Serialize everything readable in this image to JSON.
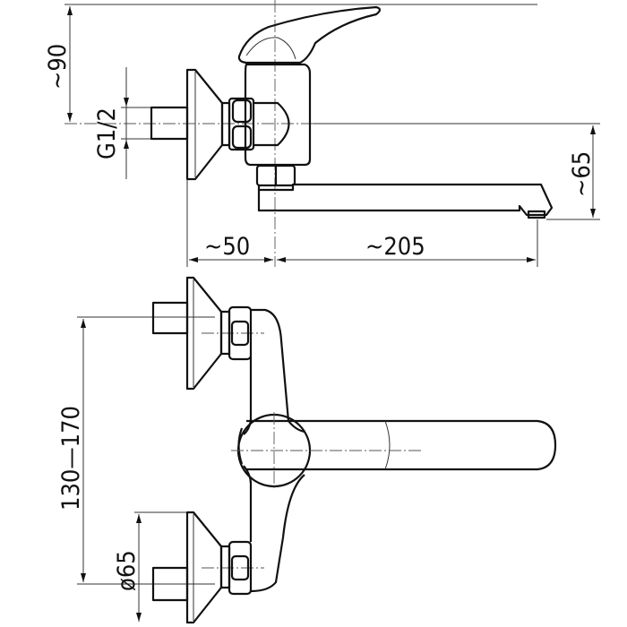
{
  "dimensions": {
    "height_label": "~90",
    "thread_label": "G1/2",
    "spout_height_label": "~65",
    "wall_offset_label": "~50",
    "spout_reach_label": "~205",
    "spacing_label": "130—170",
    "flange_diameter_label": "ø65"
  }
}
